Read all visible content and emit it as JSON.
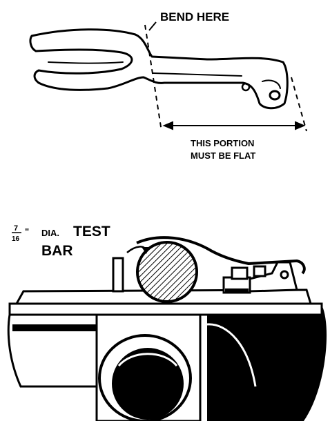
{
  "top_figure": {
    "bend_label": "BEND HERE",
    "flat_label_line1": "THIS PORTION",
    "flat_label_line2": "MUST BE FLAT"
  },
  "bottom_figure": {
    "fraction_numerator": "7",
    "fraction_denominator": "16",
    "inch_mark": "\"",
    "dia_label": "DIA.",
    "test_label": "TEST",
    "bar_label": "BAR"
  }
}
